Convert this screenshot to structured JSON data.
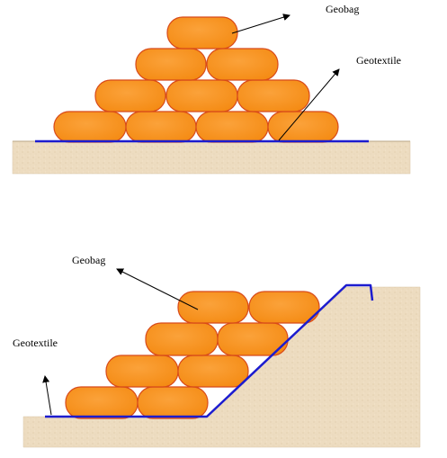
{
  "top_figure": {
    "geobag_label": "Geobag",
    "geotextile_label": "Geotextile"
  },
  "bottom_figure": {
    "geobag_label": "Geobag",
    "geotextile_label": "Geotextile"
  },
  "colors": {
    "bag_fill": "#f8921e",
    "bag_outline": "#d84a1a",
    "geotextile": "#1c1ccf",
    "soil": "#eddcc0",
    "soil_edge": "#c8b79a",
    "arrow": "#000000"
  }
}
